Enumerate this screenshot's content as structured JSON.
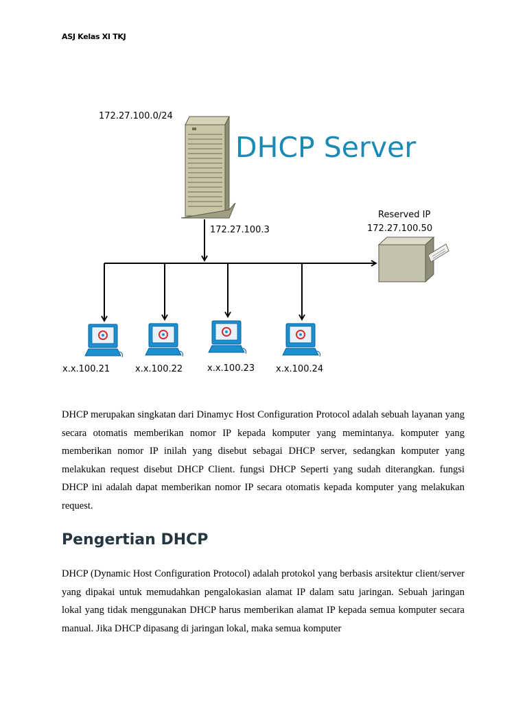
{
  "header": {
    "text": "ASJ Kelas XI TKJ"
  },
  "diagram": {
    "network_label": "172.27.100.0/24",
    "title": "DHCP Server",
    "server_ip": "172.27.100.3",
    "reserved_label": "Reserved IP",
    "reserved_ip": "172.27.100.50",
    "clients": [
      {
        "label": "x.x.100.21"
      },
      {
        "label": "x.x.100.22"
      },
      {
        "label": "x.x.100.23"
      },
      {
        "label": "x.x.100.24"
      }
    ],
    "colors": {
      "title": "#1a8ab4",
      "server_body": "#c9c6a8",
      "server_shade": "#8f8c70",
      "printer_body": "#c4c1ac",
      "client_screen": "#1c8fd0",
      "client_dark": "#0b5f95"
    }
  },
  "paragraph1": "DHCP merupakan singkatan dari Dinamyc Host Configuration Protocol adalah sebuah layanan yang secara otomatis memberikan nomor IP kepada komputer yang memintanya. komputer yang memberikan nomor IP inilah yang disebut sebagai DHCP server, sedangkan komputer yang melakukan request disebut DHCP Client. fungsi DHCP Seperti yang sudah diterangkan. fungsi DHCP ini adalah dapat memberikan nomor IP secara otomatis kepada komputer yang melakukan request.",
  "section": {
    "heading": "Pengertian DHCP",
    "paragraph": "DHCP (Dynamic Host Configuration Protocol) adalah protokol yang berbasis arsitektur client/server yang dipakai untuk memudahkan pengalokasian alamat IP dalam satu jaringan. Sebuah jaringan lokal yang tidak menggunakan DHCP harus memberikan alamat IP kepada semua komputer secara manual. Jika DHCP dipasang di jaringan lokal, maka semua komputer"
  }
}
